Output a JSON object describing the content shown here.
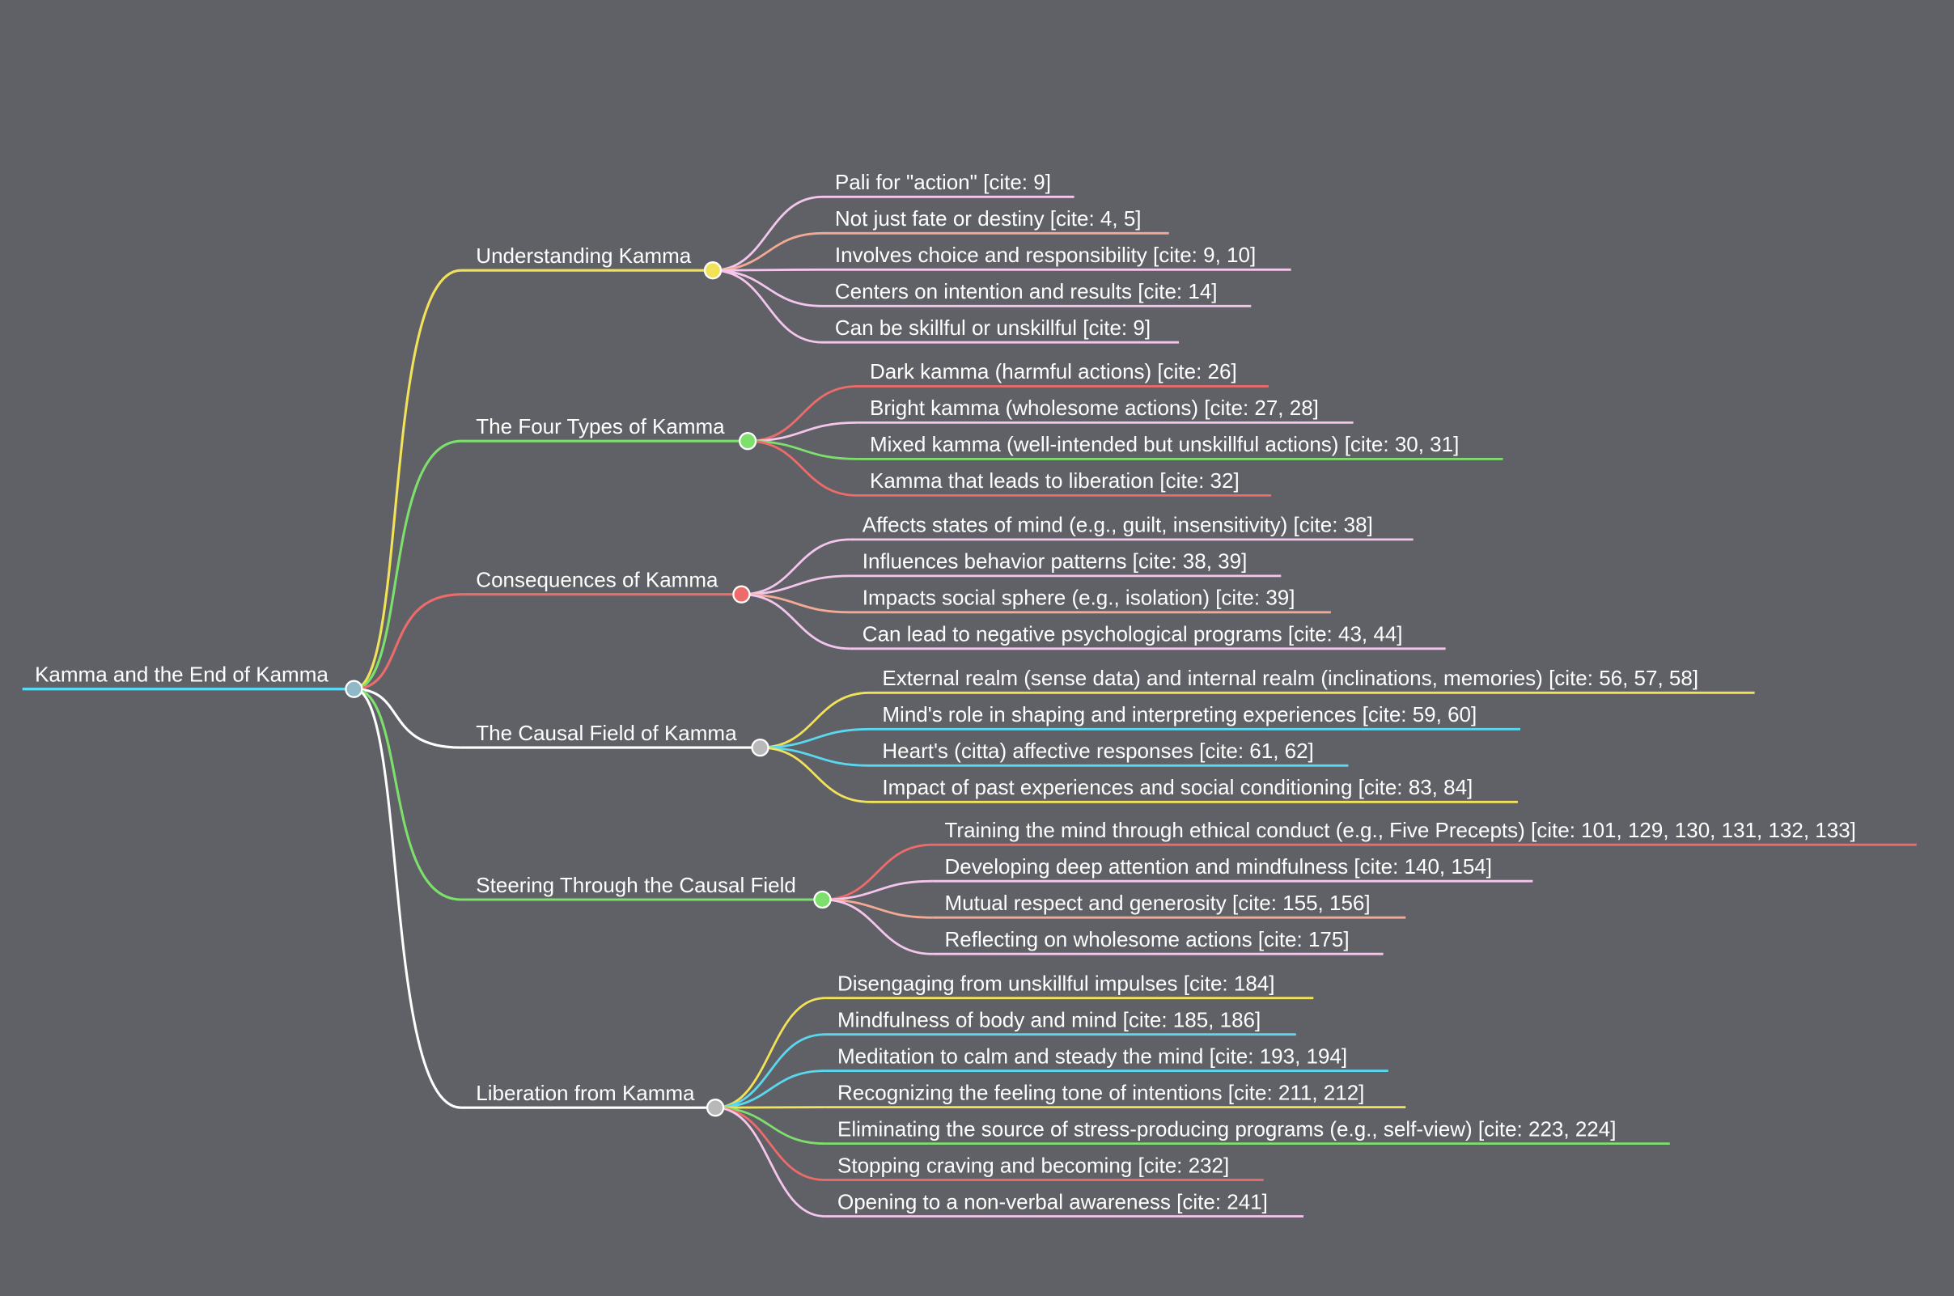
{
  "root": {
    "label": "Kamma and the End of Kamma",
    "color": "#5ad8f0"
  },
  "branches": [
    {
      "label": "Understanding Kamma",
      "color": "#f2e25a",
      "children": [
        {
          "label": "Pali for \"action\" [cite: 9]",
          "color": "#f4c6ec"
        },
        {
          "label": "Not just fate or destiny [cite: 4, 5]",
          "color": "#f4a994"
        },
        {
          "label": "Involves choice and responsibility [cite: 9, 10]",
          "color": "#f4c6ec"
        },
        {
          "label": "Centers on intention and results [cite: 14]",
          "color": "#f4c6ec"
        },
        {
          "label": "Can be skillful or unskillful [cite: 9]",
          "color": "#f4c6ec"
        }
      ]
    },
    {
      "label": "The Four Types of Kamma",
      "color": "#7ee06c",
      "children": [
        {
          "label": "Dark kamma (harmful actions) [cite: 26]",
          "color": "#ee6b6b"
        },
        {
          "label": "Bright kamma (wholesome actions) [cite: 27, 28]",
          "color": "#f4c6ec"
        },
        {
          "label": "Mixed kamma (well-intended but unskillful actions) [cite: 30, 31]",
          "color": "#7ee06c"
        },
        {
          "label": "Kamma that leads to liberation [cite: 32]",
          "color": "#ee6b6b"
        }
      ]
    },
    {
      "label": "Consequences of Kamma",
      "color": "#ee6b6b",
      "children": [
        {
          "label": "Affects states of mind (e.g., guilt, insensitivity) [cite: 38]",
          "color": "#f4c6ec"
        },
        {
          "label": "Influences behavior patterns [cite: 38, 39]",
          "color": "#f4c6ec"
        },
        {
          "label": "Impacts social sphere (e.g., isolation) [cite: 39]",
          "color": "#f4a994"
        },
        {
          "label": "Can lead to negative psychological programs [cite: 43, 44]",
          "color": "#f4c6ec"
        }
      ]
    },
    {
      "label": "The Causal Field of Kamma",
      "color": "#ffffff",
      "children": [
        {
          "label": "External realm (sense data) and internal realm (inclinations, memories) [cite: 56, 57, 58]",
          "color": "#f2e25a"
        },
        {
          "label": "Mind's role in shaping and interpreting experiences [cite: 59, 60]",
          "color": "#5ad8f0"
        },
        {
          "label": "Heart's (citta) affective responses [cite: 61, 62]",
          "color": "#5ad8f0"
        },
        {
          "label": "Impact of past experiences and social conditioning [cite: 83, 84]",
          "color": "#f2e25a"
        }
      ]
    },
    {
      "label": "Steering Through the Causal Field",
      "color": "#7ee06c",
      "children": [
        {
          "label": "Training the mind through ethical conduct (e.g., Five Precepts) [cite: 101, 129, 130, 131, 132, 133]",
          "color": "#ee6b6b"
        },
        {
          "label": "Developing deep attention and mindfulness [cite: 140, 154]",
          "color": "#f4c6ec"
        },
        {
          "label": "Mutual respect and generosity [cite: 155, 156]",
          "color": "#f4a994"
        },
        {
          "label": "Reflecting on wholesome actions [cite: 175]",
          "color": "#f4c6ec"
        }
      ]
    },
    {
      "label": "Liberation from Kamma",
      "color": "#ffffff",
      "children": [
        {
          "label": "Disengaging from unskillful impulses [cite: 184]",
          "color": "#f2e25a"
        },
        {
          "label": "Mindfulness of body and mind [cite: 185, 186]",
          "color": "#5ad8f0"
        },
        {
          "label": "Meditation to calm and steady the mind [cite: 193, 194]",
          "color": "#5ad8f0"
        },
        {
          "label": "Recognizing the feeling tone of intentions [cite: 211, 212]",
          "color": "#f2e25a"
        },
        {
          "label": "Eliminating the source of stress-producing programs (e.g., self-view) [cite: 223, 224]",
          "color": "#7ee06c"
        },
        {
          "label": "Stopping craving and becoming [cite: 232]",
          "color": "#ee6b6b"
        },
        {
          "label": "Opening to a non-verbal awareness [cite: 241]",
          "color": "#f4c6ec"
        }
      ]
    }
  ]
}
